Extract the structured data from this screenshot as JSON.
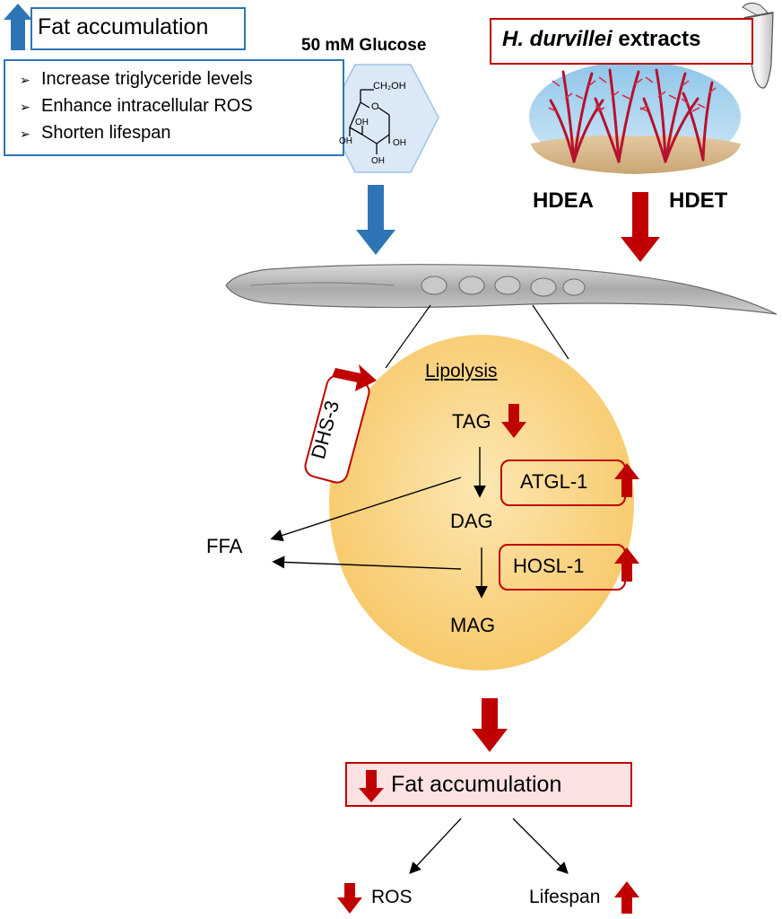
{
  "top_left": {
    "title": "Fat accumulation",
    "effects": [
      "Increase triglyceride levels",
      "Enhance intracellular ROS",
      "Shorten lifespan"
    ],
    "bullet_mark": "➢"
  },
  "glucose": {
    "label": "50 mM Glucose",
    "ch2oh": "CH₂OH",
    "o": "O",
    "oh": "OH"
  },
  "extracts": {
    "title_italic": "H. durvillei",
    "title_rest": " extracts",
    "hdea": "HDEA",
    "hdet": "HDET"
  },
  "lipolysis": {
    "title": "Lipolysis",
    "tag": "TAG",
    "dag": "DAG",
    "mag": "MAG",
    "atgl": "ATGL-1",
    "hosl": "HOSL-1",
    "dhs": "DHS-3",
    "ffa": "FFA"
  },
  "outcome": {
    "title": "Fat accumulation",
    "ros": "ROS",
    "lifespan": "Lifespan"
  },
  "colors": {
    "blue": "#2e75b6",
    "red": "#c00000",
    "circle": "#fbd68a",
    "pink_box": "#fde2e2"
  }
}
